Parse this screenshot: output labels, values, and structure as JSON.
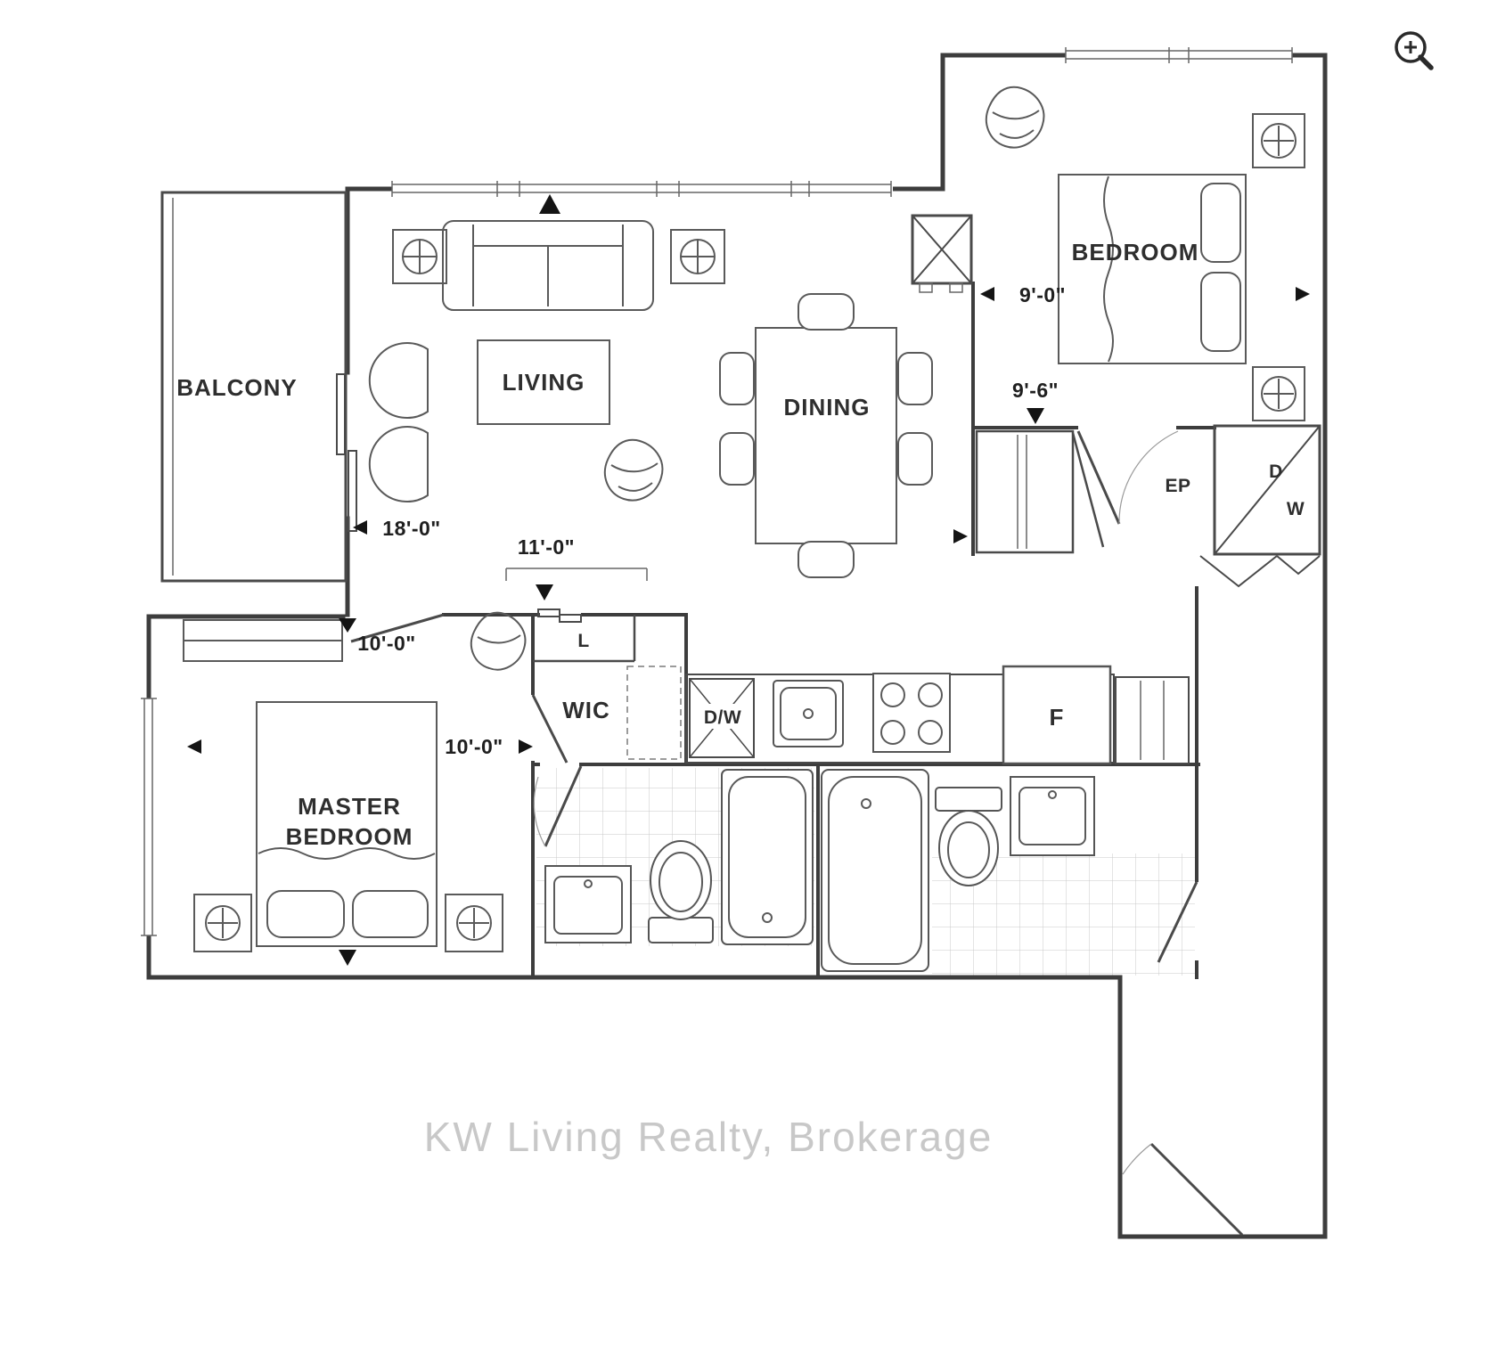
{
  "plan": {
    "watermark": "KW Living Realty, Brokerage",
    "rooms": {
      "balcony": "BALCONY",
      "living": "LIVING",
      "dining": "DINING",
      "bedroom": "BEDROOM",
      "master_line1": "MASTER",
      "master_line2": "BEDROOM",
      "wic": "WIC",
      "linen": "L",
      "electrical_panel": "EP"
    },
    "appliances": {
      "dishwasher": "D/W",
      "fridge": "F",
      "dryer": "D",
      "washer": "W"
    },
    "dimensions": {
      "living_width": "18'-0\"",
      "hall_width": "11'-0\"",
      "master_top": "10'-0\"",
      "master_width": "10'-0\"",
      "bedroom_width": "9'-0\"",
      "bedroom_hall_depth": "9'-6\""
    },
    "colors": {
      "wall": "#3d3d3d",
      "furniture": "#5a5a5a",
      "text": "#2e2e2e",
      "watermark": "#c8c8c8",
      "tile": "#c9c9c9"
    },
    "icons": {
      "zoom": "zoom-in-magnifier"
    }
  }
}
